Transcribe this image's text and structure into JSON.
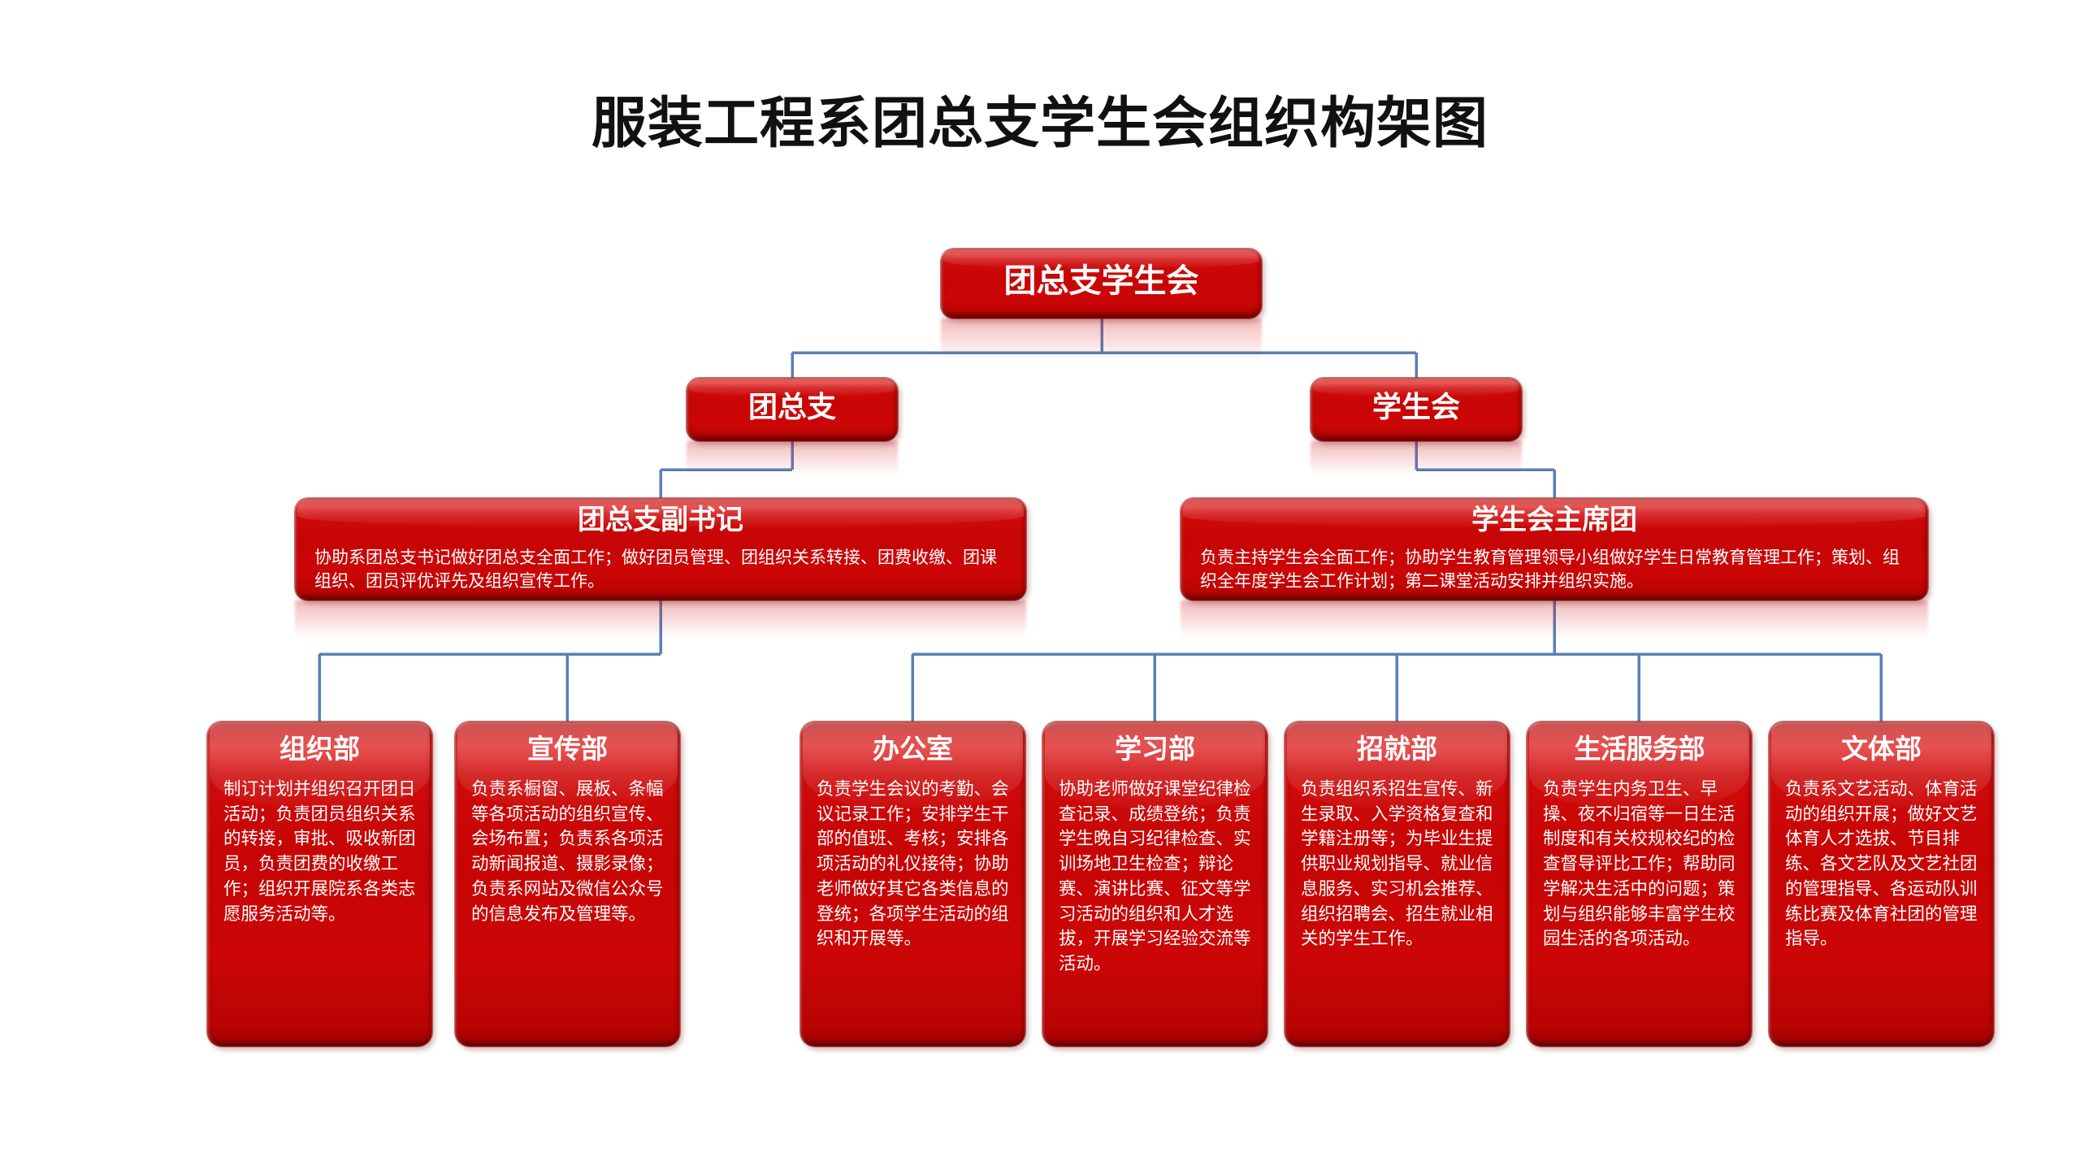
{
  "title": "服装工程系团总支学生会组织构架图",
  "theme": {
    "node_fill": "#CC0606",
    "node_fill_light": "#E02020",
    "node_fill_dark": "#9D0202",
    "connector_color": "#5B7FB4",
    "title_color": "#111111",
    "background": "#FFFFFF",
    "node_text_color": "#FFFFFF"
  },
  "chart_data": {
    "type": "diagram",
    "diagram_type": "organization-chart",
    "orientation": "top-down",
    "levels": 4,
    "node_count": 12
  },
  "nodes": {
    "root": {
      "label": "团总支学生会"
    },
    "level2": [
      {
        "label": "团总支"
      },
      {
        "label": "学生会"
      }
    ],
    "level3": [
      {
        "label": "团总支副书记",
        "desc": "协助系团总支书记做好团总支全面工作；做好团员管理、团组织关系转接、团费收缴、团课组织、团员评优评先及组织宣传工作。"
      },
      {
        "label": "学生会主席团",
        "desc": "负责主持学生会全面工作；协助学生教育管理领导小组做好学生日常教育管理工作；策划、组织全年度学生会工作计划；第二课堂活动安排并组织实施。"
      }
    ],
    "departments": [
      {
        "label": "组织部",
        "desc": "制订计划并组织召开团日活动；负责团员组织关系的转接，审批、吸收新团员，负责团费的收缴工作；组织开展院系各类志愿服务活动等。",
        "parent": "团总支副书记"
      },
      {
        "label": "宣传部",
        "desc": "负责系橱窗、展板、条幅等各项活动的组织宣传、会场布置；负责系各项活动新闻报道、摄影录像；负责系网站及微信公众号的信息发布及管理等。",
        "parent": "团总支副书记"
      },
      {
        "label": "办公室",
        "desc": "负责学生会议的考勤、会议记录工作；安排学生干部的值班、考核；安排各项活动的礼仪接待；协助老师做好其它各类信息的登统；各项学生活动的组织和开展等。",
        "parent": "学生会主席团"
      },
      {
        "label": "学习部",
        "desc": "协助老师做好课堂纪律检查记录、成绩登统；负责学生晚自习纪律检查、实训场地卫生检查；辩论赛、演讲比赛、征文等学习活动的组织和人才选拔，开展学习经验交流等活动。",
        "parent": "学生会主席团"
      },
      {
        "label": "招就部",
        "desc": "负责组织系招生宣传、新生录取、入学资格复查和学籍注册等；为毕业生提供职业规划指导、就业信息服务、实习机会推荐、组织招聘会、招生就业相关的学生工作。",
        "parent": "学生会主席团"
      },
      {
        "label": "生活服务部",
        "desc": "负责学生内务卫生、早操、夜不归宿等一日生活制度和有关校规校纪的检查督导评比工作；帮助同学解决生活中的问题；策划与组织能够丰富学生校园生活的各项活动。",
        "parent": "学生会主席团"
      },
      {
        "label": "文体部",
        "desc": "负责系文艺活动、体育活动的组织开展；做好文艺体育人才选拔、节目排练、各文艺队及文艺社团的管理指导、各运动队训练比赛及体育社团的管理指导。",
        "parent": "学生会主席团"
      }
    ]
  }
}
